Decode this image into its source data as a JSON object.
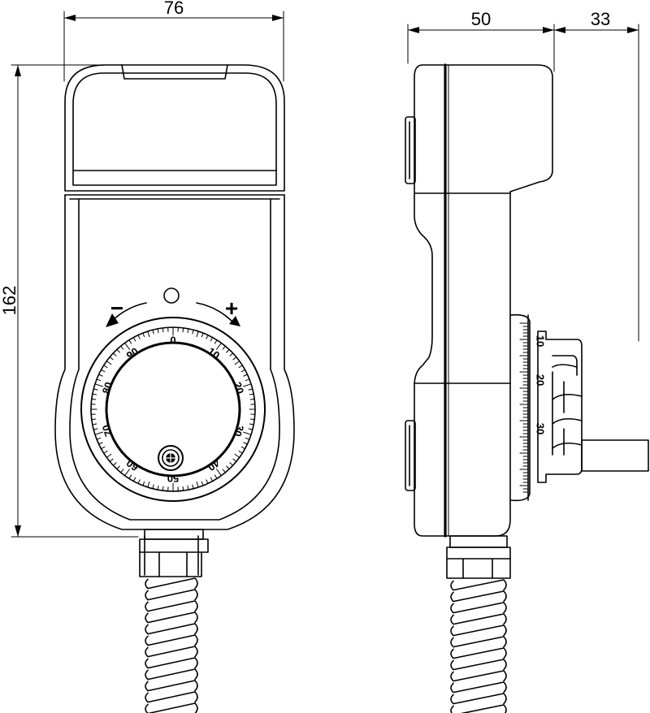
{
  "dimensions": {
    "front_width": "76",
    "front_height": "162",
    "side_depth": "50",
    "side_knob": "33"
  },
  "dial": {
    "minus_symbol": "−",
    "plus_symbol": "+",
    "front_scale_labels": [
      "0",
      "10",
      "20",
      "30",
      "40",
      "50",
      "60",
      "70",
      "80",
      "90"
    ],
    "side_scale_labels": [
      "10",
      "20",
      "30"
    ]
  },
  "colors": {
    "line": "#000000",
    "background": "#ffffff"
  }
}
